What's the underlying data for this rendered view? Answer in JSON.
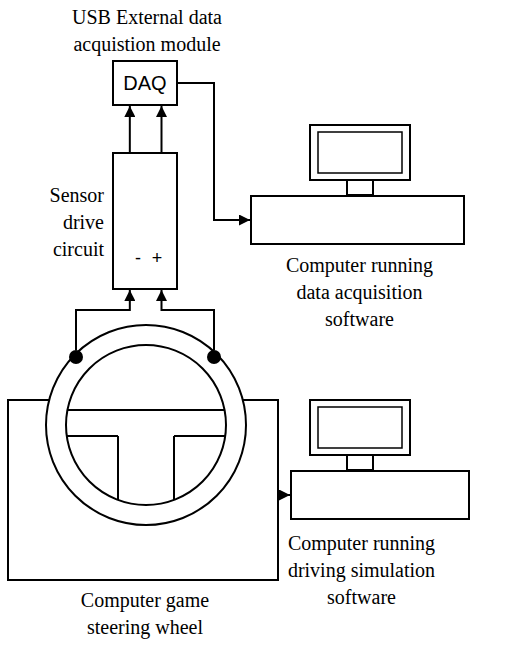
{
  "diagram": {
    "nodes": [
      {
        "text": [
          "USB External data acquistion module",
          "DAQ"
        ]
      },
      {
        "text": [
          "Sensor drive circuit",
          "-",
          "+"
        ]
      },
      {
        "text": [
          "Computer running data acquisition software"
        ]
      },
      {
        "text": [
          "Computer game steering wheel"
        ]
      },
      {
        "text": [
          "Computer running driving simulation software"
        ]
      }
    ],
    "edges": [
      {
        "from": 1,
        "to": 0,
        "arrow": "to"
      },
      {
        "from": 1,
        "to": 0,
        "arrow": "to"
      },
      {
        "from": 0,
        "to": 2,
        "arrow": "to"
      },
      {
        "from": 3,
        "to": 1,
        "arrow": "to"
      },
      {
        "from": 3,
        "to": 1,
        "arrow": "to"
      },
      {
        "from": 3,
        "to": 4,
        "arrow": "to"
      }
    ]
  }
}
